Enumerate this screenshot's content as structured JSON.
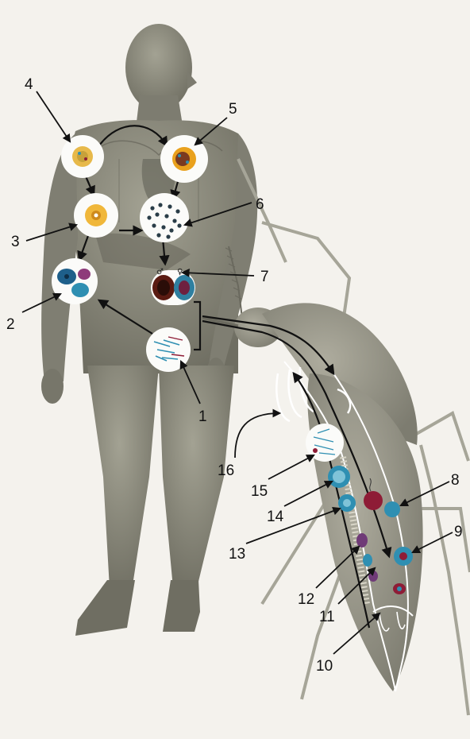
{
  "labels": [
    {
      "id": "1",
      "text": "1"
    },
    {
      "id": "2",
      "text": "2"
    },
    {
      "id": "3",
      "text": "3"
    },
    {
      "id": "4",
      "text": "4"
    },
    {
      "id": "5",
      "text": "5"
    },
    {
      "id": "6",
      "text": "6"
    },
    {
      "id": "7",
      "text": "7"
    },
    {
      "id": "8",
      "text": "8"
    },
    {
      "id": "9",
      "text": "9"
    },
    {
      "id": "10",
      "text": "10"
    },
    {
      "id": "11",
      "text": "11"
    },
    {
      "id": "12",
      "text": "12"
    },
    {
      "id": "13",
      "text": "13"
    },
    {
      "id": "14",
      "text": "14"
    },
    {
      "id": "15",
      "text": "15"
    },
    {
      "id": "16",
      "text": "16"
    }
  ],
  "gender_symbols": {
    "male": "♂",
    "female": "♀"
  },
  "colors": {
    "background": "#f4f2ed",
    "body": "#8b8a7c",
    "mosquito": "#9a998b",
    "inset_fill": "#fbfbf9",
    "parasite_blue": "#2f8fb2",
    "parasite_red": "#8e1c36",
    "orange": "#e9a11d"
  }
}
